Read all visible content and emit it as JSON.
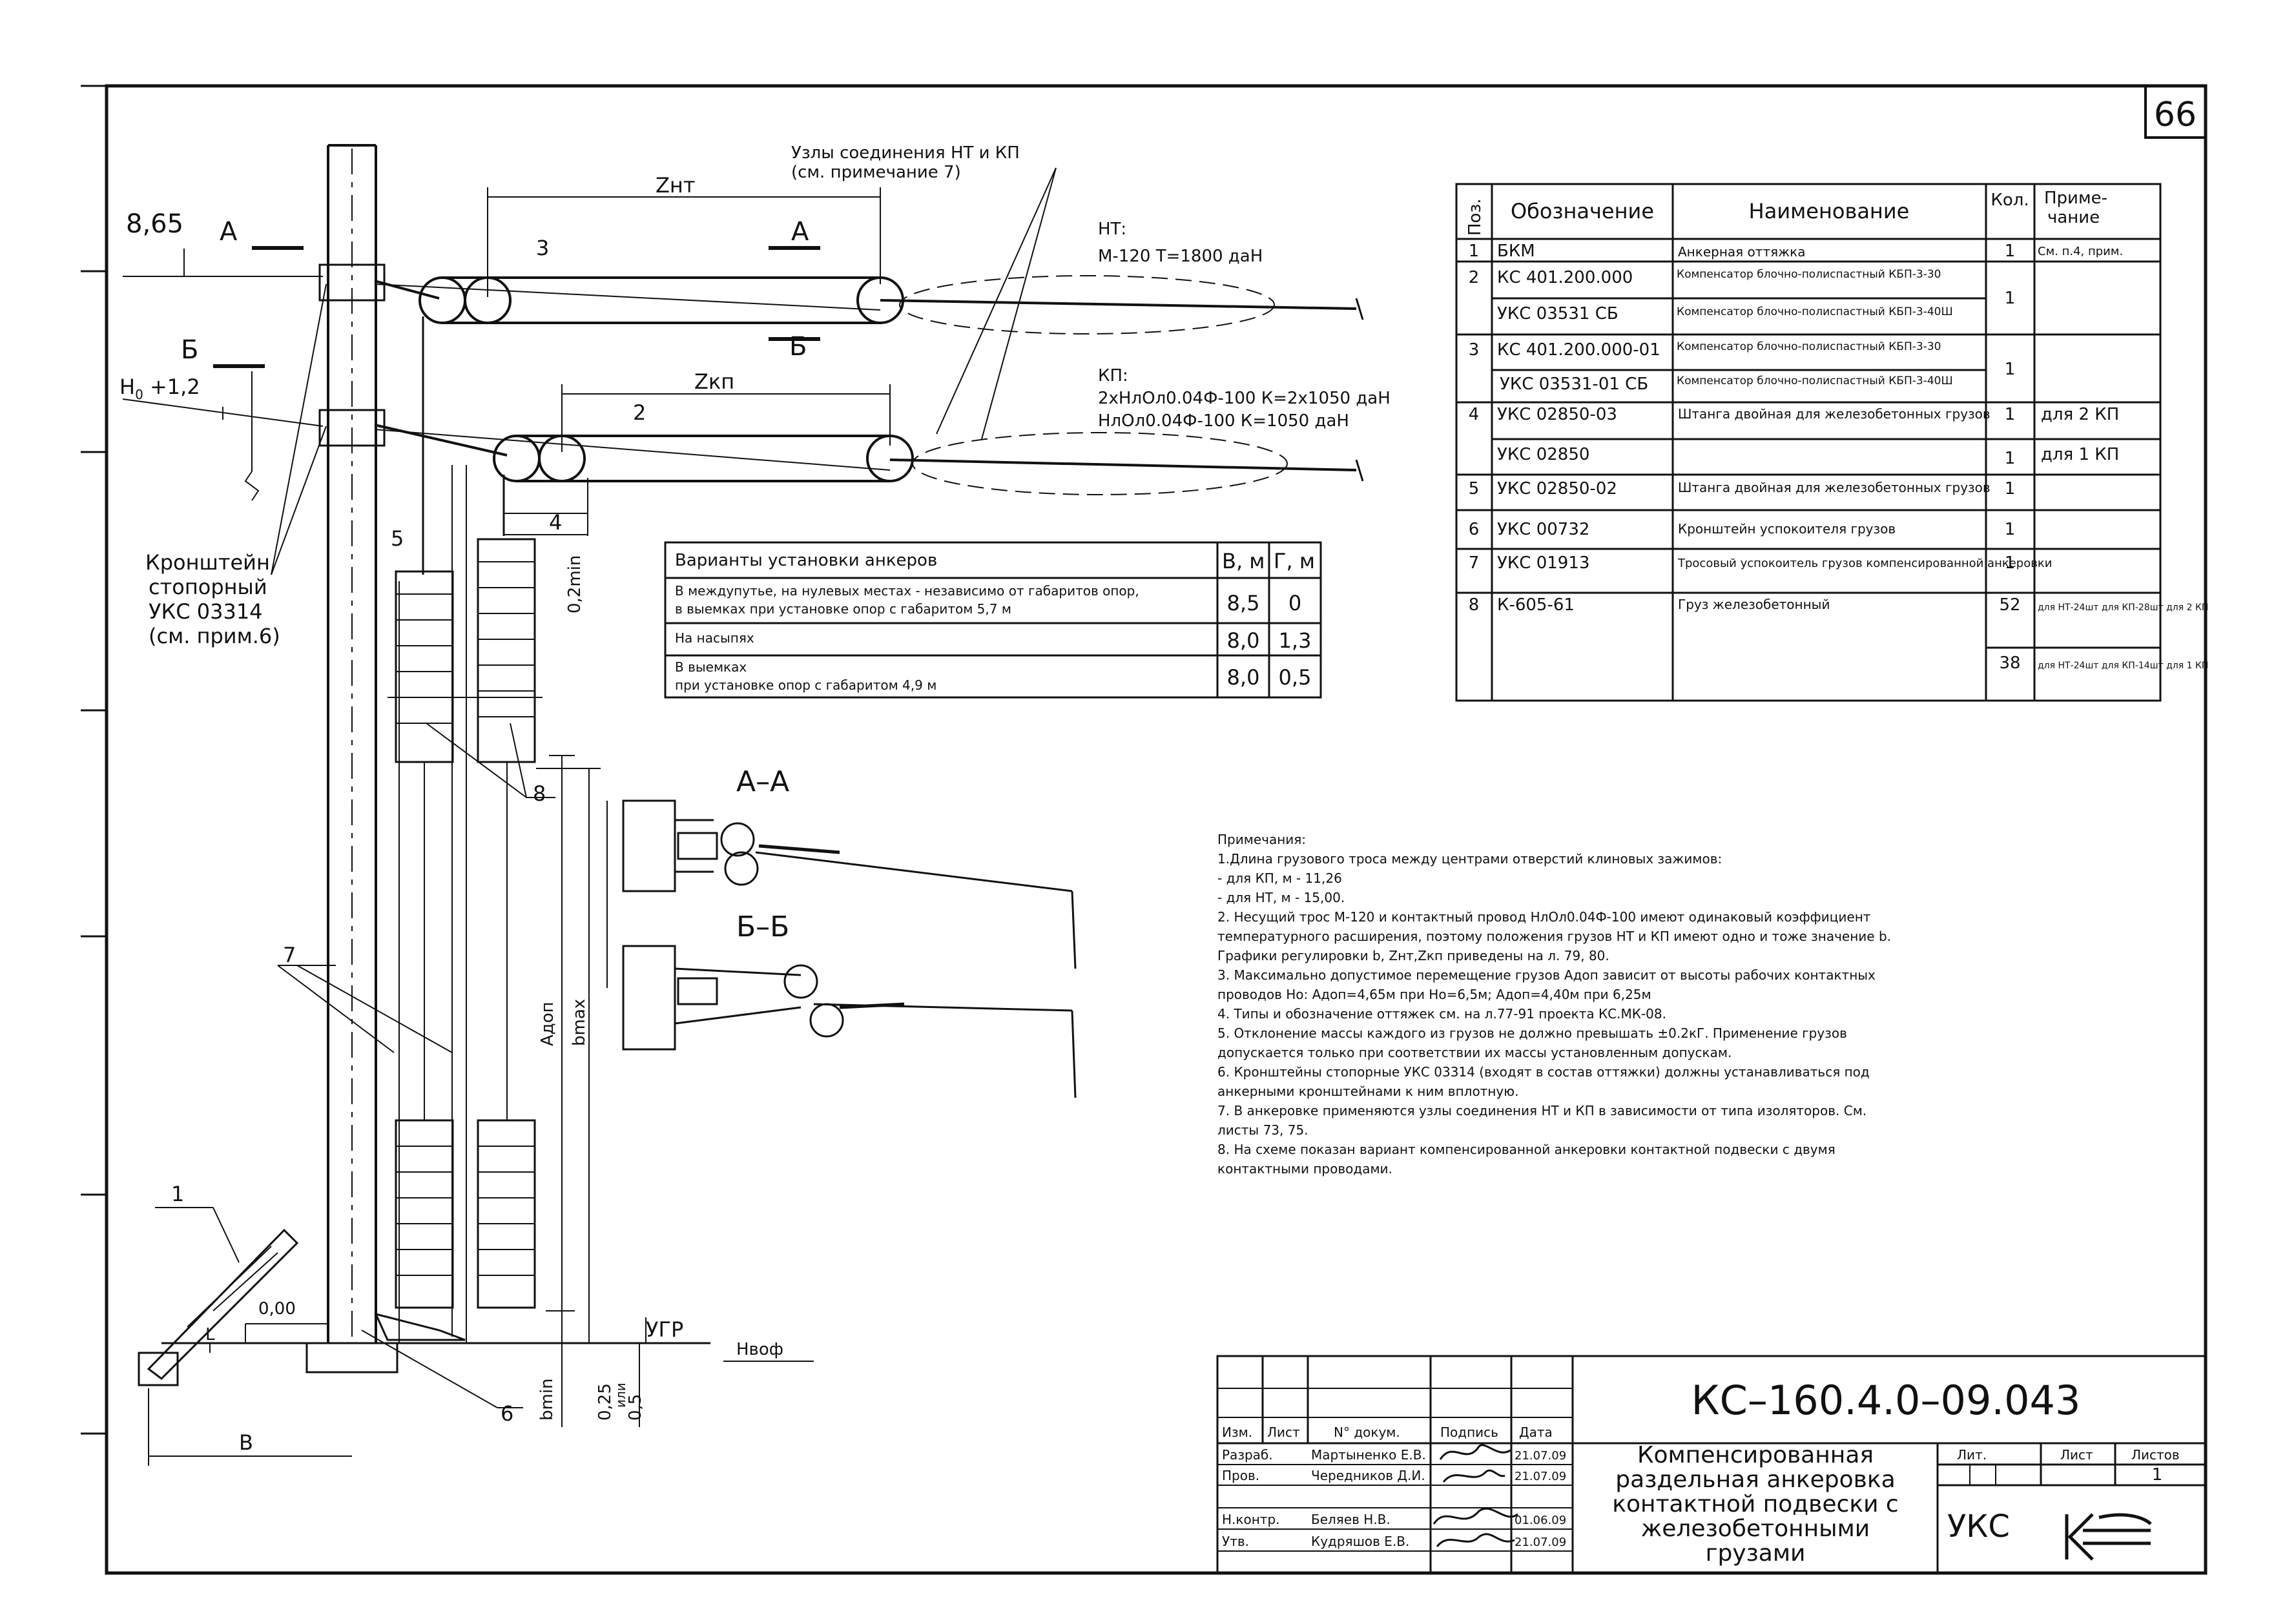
{
  "sheet": {
    "page_number": "66",
    "code": "КС–160.4.0–09.043",
    "title_lines": [
      "Компенсированная",
      "раздельная анкеровка",
      "контактной подвески с",
      "железобетонными",
      "грузами"
    ],
    "org": "УКС"
  },
  "drawing": {
    "label_865": "8,65",
    "label_h0": "Н",
    "label_h0_sub": "0",
    "label_h0_rest": " +1,2",
    "section_a": "А",
    "section_b": "Б",
    "z_nt": "Zнт",
    "z_kp": "Zкп",
    "nodes_note_1": "Узлы соединения НТ и КП",
    "nodes_note_2": "(см. примечание 7)",
    "nt_line1": "НТ:",
    "nt_line2": "М-120     Т=1800 даН",
    "kp_line1": "КП:",
    "kp_line2": "2хНлОл0.04Ф-100  К=2х1050 даН",
    "kp_line3": "НлОл0.04Ф-100     К=1050    даН",
    "dim_4": "4",
    "dim_02min": "0,2min",
    "bracket_1": "Кронштейн",
    "bracket_2": "стопорный",
    "bracket_3": "УКС 03314",
    "bracket_4": "(см. прим.6)",
    "pos_1": "1",
    "pos_2": "2",
    "pos_3": "3",
    "pos_5": "5",
    "pos_6": "6",
    "pos_7": "7",
    "pos_8": "8",
    "a_don": "Aдоп",
    "b_max": "bmax",
    "b_min": "bmin",
    "ugr": "УГР",
    "n_vof": "Нвоф",
    "zero": "0,00",
    "l_mark": "L",
    "b_mark": "В",
    "vert_dim_1": "0,25",
    "vert_dim_2": "или",
    "vert_dim_3": "0,5",
    "section_aa": "А–А",
    "section_bb": "Б–Б"
  },
  "variants_table": {
    "headers": [
      "Варианты установки анкеров",
      "В, м",
      "Г, м"
    ],
    "rows": [
      {
        "text1": "В междупутье, на нулевых местах - независимо от габаритов опор,",
        "text2": "в выемках при установке опор с габаритом 5,7 м",
        "v": "8,5",
        "g": "0"
      },
      {
        "text1": "На насыпях",
        "text2": "",
        "v": "8,0",
        "g": "1,3"
      },
      {
        "text1": "В выемках",
        "text2": "при установке опор с габаритом 4,9 м",
        "v": "8,0",
        "g": "0,5"
      }
    ]
  },
  "spec_table": {
    "headers": [
      "Поз.",
      "Обозначение",
      "Наименование",
      "Кол.",
      "Приме-",
      "чание"
    ],
    "rows": [
      {
        "pos": "1",
        "code": "БКМ",
        "name": "Анкерная оттяжка",
        "qty": "1",
        "note": "См. п.4, прим."
      },
      {
        "pos": "2",
        "code": "КС 401.200.000",
        "name": "Компенсатор блочно-полиспастный КБП-3-30",
        "qty": "1",
        "note": ""
      },
      {
        "pos": "",
        "code": "УКС 03531 СБ",
        "name": "Компенсатор блочно-полиспастный КБП-3-40Ш",
        "qty": "",
        "note": ""
      },
      {
        "pos": "3",
        "code": "КС 401.200.000-01",
        "name": "Компенсатор блочно-полиспастный КБП-3-30",
        "qty": "1",
        "note": ""
      },
      {
        "pos": "",
        "code": "УКС 03531-01 СБ",
        "name": "Компенсатор блочно-полиспастный КБП-3-40Ш",
        "qty": "",
        "note": ""
      },
      {
        "pos": "4",
        "code": "УКС 02850-03",
        "name": "Штанга двойная для железобетонных грузов",
        "qty": "1",
        "note": "для 2 КП"
      },
      {
        "pos": "",
        "code": "УКС 02850",
        "name": "",
        "qty": "1",
        "note": "для 1 КП"
      },
      {
        "pos": "5",
        "code": "УКС 02850-02",
        "name": "Штанга двойная для железобетонных грузов",
        "qty": "1",
        "note": ""
      },
      {
        "pos": "6",
        "code": "УКС 00732",
        "name": "Кронштейн успокоителя грузов",
        "qty": "1",
        "note": ""
      },
      {
        "pos": "7",
        "code": "УКС 01913",
        "name": "Тросовый успокоитель грузов компенсированной анкеровки",
        "qty": "1",
        "note": ""
      },
      {
        "pos": "8",
        "code": "К-605-61",
        "name": "Груз железобетонный",
        "qty": "52",
        "note": "для НТ-24шт для КП-28шт для 2 КП"
      },
      {
        "pos": "",
        "code": "",
        "name": "",
        "qty": "38",
        "note": "для НТ-24шт для КП-14шт для 1 КП"
      }
    ]
  },
  "notes": {
    "title": "Примечания:",
    "lines": [
      "1.Длина грузового троса между центрами отверстий клиновых зажимов:",
      "   - для КП, м - 11,26",
      "   - для НТ, м - 15,00.",
      "2. Несущий трос М-120  и контактный провод НлОл0.04Ф-100 имеют одинаковый коэффициент",
      "температурного расширения, поэтому положения грузов НТ и КП имеют одно и тоже значение b.",
      "Графики регулировки b, Zнт,Zкп приведены на л. 79, 80.",
      "3. Максимально допустимое перемещение грузов Адоп зависит от высоты рабочих контактных",
      "проводов Но: Адоп=4,65м при Но=6,5м; Адоп=4,40м при 6,25м",
      "4. Типы и обозначение оттяжек см. на л.77-91 проекта КС.МК-08.",
      "5. Отклонение массы каждого из грузов не должно превышать ±0.2кГ. Применение грузов",
      "допускается только при соответствии их массы установленным допускам.",
      "6. Кронштейны стопорные УКС 03314 (входят в состав оттяжки) должны устанавливаться под",
      "анкерными кронштейнами к ним вплотную.",
      "7. В анкеровке применяются узлы соединения НТ и КП в зависимости от типа изоляторов. См.",
      "листы 73, 75.",
      "8. На схеме показан вариант компенсированной анкеровки контактной подвески с двумя",
      "контактными проводами."
    ]
  },
  "title_block": {
    "col_headers": [
      "Изм.",
      "Лист",
      "N° докум.",
      "Подпись",
      "Дата"
    ],
    "rows": [
      {
        "role": "Разраб.",
        "name": "Мартыненко Е.В.",
        "date": "21.07.09"
      },
      {
        "role": "Пров.",
        "name": "Чередников Д.И.",
        "date": "21.07.09"
      },
      {
        "role": "",
        "name": "",
        "date": ""
      },
      {
        "role": "Н.контр.",
        "name": "Беляев Н.В.",
        "date": "01.06.09"
      },
      {
        "role": "Утв.",
        "name": "Кудряшов Е.В.",
        "date": "21.07.09"
      }
    ],
    "lit_label": "Лит.",
    "list_label": "Лист",
    "listov_label": "Листов",
    "listov_value": "1"
  }
}
